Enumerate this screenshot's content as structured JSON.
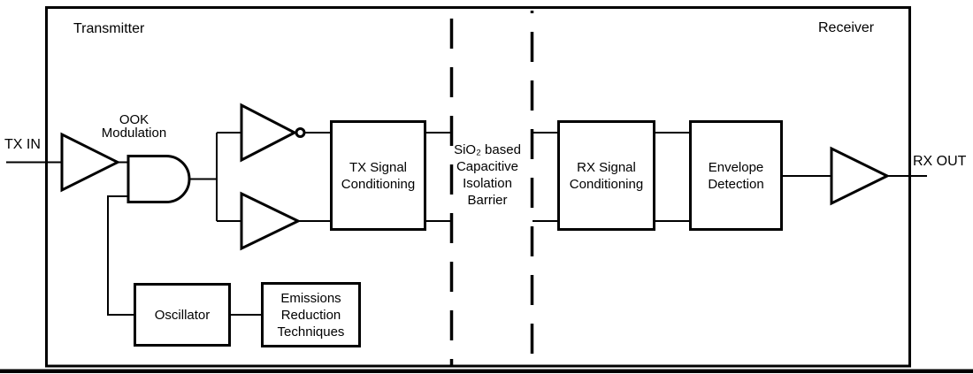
{
  "regions": {
    "transmitter": "Transmitter",
    "receiver": "Receiver"
  },
  "ports": {
    "tx_in": "TX IN",
    "rx_out": "RX OUT"
  },
  "annotations": {
    "ook_modulation": "OOK\nModulation",
    "isolation_barrier": "SiO₂ based\nCapacitive\nIsolation\nBarrier"
  },
  "blocks": {
    "tx_signal_conditioning": "TX Signal\nConditioning",
    "rx_signal_conditioning": "RX Signal\nConditioning",
    "envelope_detection": "Envelope\nDetection",
    "oscillator": "Oscillator",
    "emissions_reduction": "Emissions\nReduction\nTechniques"
  },
  "icons": {
    "tx_input_buffer": "buffer-amplifier",
    "modulator": "and-gate",
    "top_driver": "inverter-with-bubble",
    "bottom_driver": "buffer-amplifier",
    "rx_output_buffer": "buffer-amplifier"
  },
  "colors": {
    "line": "#000000",
    "background": "#ffffff",
    "text": "#000000"
  }
}
